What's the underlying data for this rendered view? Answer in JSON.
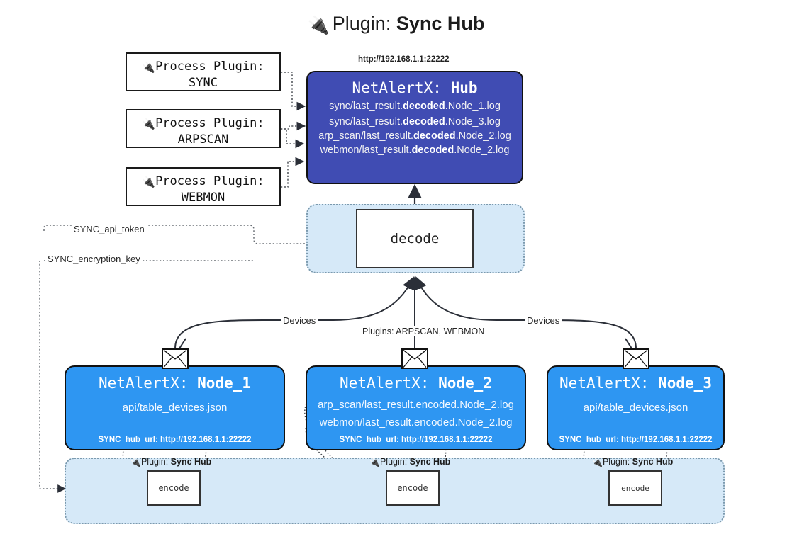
{
  "title": {
    "icon": "plug-icon",
    "glyph": "🔌",
    "prefix": "Plugin: ",
    "name": "Sync Hub"
  },
  "colors": {
    "hub_fill": "#404cb3",
    "node_fill": "#2e96f2",
    "container_fill": "#d6e9f8",
    "container_border": "#7b99ad",
    "outline": "#111111",
    "page_bg": "#ffffff"
  },
  "process_plugins": [
    {
      "icon": "plug-icon",
      "glyph": "🔌",
      "line1": "Process Plugin:",
      "line2": "SYNC"
    },
    {
      "icon": "plug-icon",
      "glyph": "🔌",
      "line1": "Process Plugin:",
      "line2": "ARPSCAN"
    },
    {
      "icon": "plug-icon",
      "glyph": "🔌",
      "line1": "Process Plugin:",
      "line2": "WEBMON"
    }
  ],
  "hub": {
    "url": "http://192.168.1.1:22222",
    "title_prefix": "NetAlertX: ",
    "title_name": "Hub",
    "lines": [
      {
        "pre": "sync/last_result.",
        "strong": "decoded",
        "post": ".Node_1.log"
      },
      {
        "pre": "sync/last_result.",
        "strong": "decoded",
        "post": ".Node_3.log"
      },
      {
        "pre": "arp_scan/last_result.",
        "strong": "decoded",
        "post": ".Node_2.log"
      },
      {
        "pre": "webmon/last_result.",
        "strong": "decoded",
        "post": ".Node_2.log"
      }
    ]
  },
  "decode": {
    "label": "decode"
  },
  "settings_edges": [
    {
      "label": "SYNC_api_token"
    },
    {
      "label": "SYNC_encryption_key"
    }
  ],
  "transport_labels": {
    "left": "Devices",
    "center": "Plugins: ARPSCAN, WEBMON",
    "right": "Devices"
  },
  "nodes": [
    {
      "icon": "envelope-icon",
      "title_prefix": "NetAlertX: ",
      "title_name": "Node_1",
      "lines": [
        "api/table_devices.json"
      ],
      "footer": "SYNC_hub_url: http://192.168.1.1:22222"
    },
    {
      "icon": "envelope-icon",
      "title_prefix": "NetAlertX: ",
      "title_name": "Node_2",
      "lines": [
        "arp_scan/last_result.encoded.Node_2.log",
        "webmon/last_result.encoded.Node_2.log"
      ],
      "footer": "SYNC_hub_url: http://192.168.1.1:22222"
    },
    {
      "icon": "envelope-icon",
      "title_prefix": "NetAlertX: ",
      "title_name": "Node_3",
      "lines": [
        "api/table_devices.json"
      ],
      "footer": "SYNC_hub_url: http://192.168.1.1:22222"
    }
  ],
  "encoders": [
    {
      "icon": "plug-icon",
      "glyph": "🔌",
      "label_prefix": "Plugin: ",
      "label_name": "Sync Hub",
      "box": "encode"
    },
    {
      "icon": "plug-icon",
      "glyph": "🔌",
      "label_prefix": "Plugin: ",
      "label_name": "Sync Hub",
      "box": "encode"
    },
    {
      "icon": "plug-icon",
      "glyph": "🔌",
      "label_prefix": "Plugin: ",
      "label_name": "Sync Hub",
      "box": "encode"
    }
  ]
}
